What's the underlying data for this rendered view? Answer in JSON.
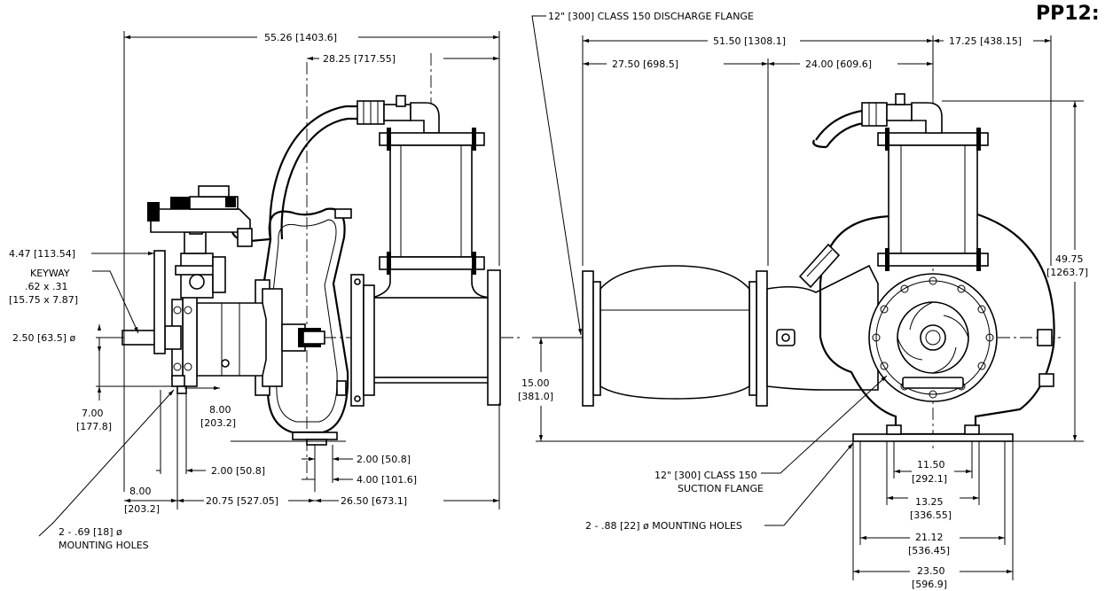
{
  "title": "PP12:",
  "callouts": {
    "discharge_flange": "12\"  [300] CLASS 150 DISCHARGE FLANGE",
    "suction_flange_1": "12\" [300] CLASS 150",
    "suction_flange_2": "SUCTION FLANGE",
    "keyway_1": "KEYWAY",
    "keyway_2": ".62 x .31",
    "keyway_3": "[15.75 x 7.87]",
    "mounting_left_1": "2 - .69 [18] ø",
    "mounting_left_2": "MOUNTING HOLES",
    "mounting_right": "2 - .88 [22] ø MOUNTING HOLES"
  },
  "dimensions": {
    "overall_length": "55.26 [1403.6]",
    "shaft_to_discharge": "28.25 [717.55]",
    "shaft_ext": "4.47 [113.54]",
    "shaft_dia": "2.50 [63.5] ø",
    "shaft_height_1": "7.00",
    "shaft_height_2": "[177.8]",
    "foot_a_1": "8.00",
    "foot_a_2": "[203.2]",
    "foot_b_1": "8.00",
    "foot_b_2": "[203.2]",
    "foot_c": "2.00 [50.8]",
    "foot_d": "2.00 [50.8]",
    "foot_e": "4.00 [101.6]",
    "base_a": "20.75 [527.05]",
    "base_b": "26.50 [673.1]",
    "right_overall": "51.50 [1308.1]",
    "right_a": "27.50 [698.5]",
    "right_b": "24.00 [609.6]",
    "right_c": "17.25 [438.15]",
    "height_total_1": "49.75",
    "height_total_2": "[1263.7]",
    "height_center_1": "15.00",
    "height_center_2": "[381.0]",
    "base_w1_1": "11.50",
    "base_w1_2": "[292.1]",
    "base_w2_1": "13.25",
    "base_w2_2": "[336.55]",
    "base_w3_1": "21.12",
    "base_w3_2": "[536.45]",
    "base_w4_1": "23.50",
    "base_w4_2": "[596.9]"
  }
}
